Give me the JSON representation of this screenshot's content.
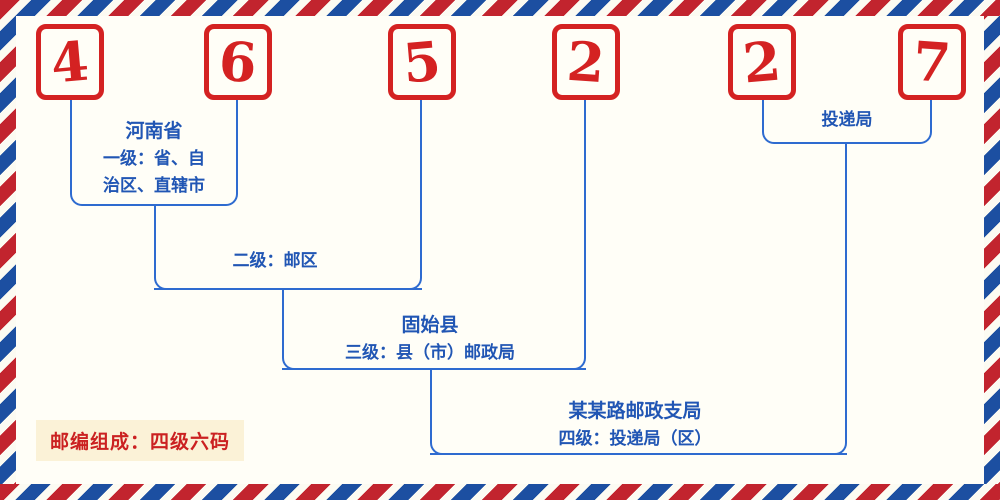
{
  "colors": {
    "bg": "#fffef7",
    "paper": "#fcfbf2",
    "stripe_red": "#c2242e",
    "stripe_blue": "#1c4fa1",
    "red": "#d42222",
    "blue_text": "#2156b4",
    "blue_line": "#2e6bd0",
    "footer_bg": "#fbf2d7",
    "footer_red": "#cb2121"
  },
  "postal_code": "465227",
  "digits": [
    "4",
    "6",
    "5",
    "2",
    "2",
    "7"
  ],
  "labels": {
    "region_level1": "河南省",
    "level1": "一级：省、自\n治区、直辖市",
    "level2": "二级：邮区",
    "region_level3": "固始县",
    "level3": "三级：县（市）邮政局",
    "delivery_office": "投递局",
    "office_level4": "某某路邮政支局",
    "level4": "四级：投递局（区）",
    "footer": "邮编组成：四级六码"
  }
}
